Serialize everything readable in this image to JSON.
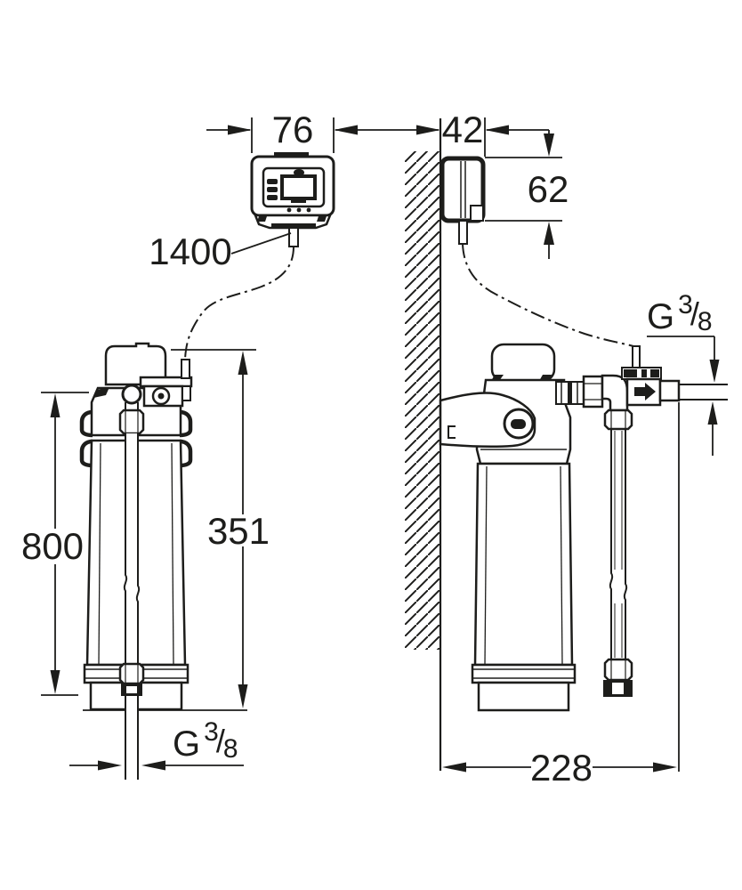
{
  "drawing_type": "installation-dimensional-drawing",
  "views": {
    "left": "filter-front-view-with-controller",
    "right": "filter-side-view-wall-mounted"
  },
  "dims": {
    "controller_width": "76",
    "controller_depth": "42",
    "controller_height": "62",
    "cable_length": "1400",
    "hose_length": "800",
    "filter_height": "351",
    "clearance_width": "228"
  },
  "thread_left": {
    "g": "G",
    "num": "3",
    "slash": "/",
    "den": "8"
  },
  "thread_right": {
    "g": "G",
    "num": "3",
    "slash": "/",
    "den": "8"
  },
  "icons": {
    "flow_direction": "right-arrow",
    "wall_hatch": "diagonal-hatch"
  },
  "colors": {
    "line": "#1d1d1b",
    "background": "#ffffff"
  }
}
